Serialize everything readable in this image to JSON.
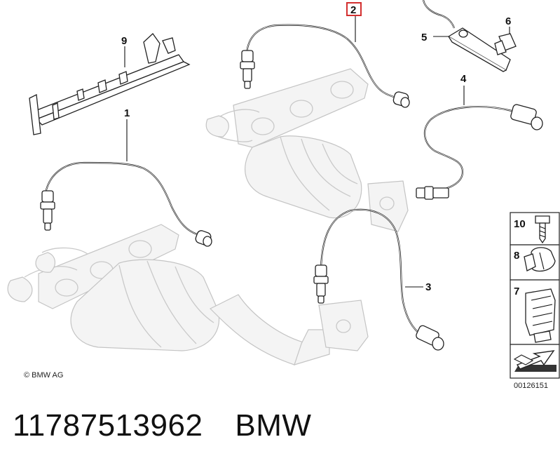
{
  "callouts": {
    "c1": "1",
    "c2": "2",
    "c3": "3",
    "c4": "4",
    "c5": "5",
    "c6": "6",
    "c7": "7",
    "c8": "8",
    "c9": "9",
    "c10": "10"
  },
  "copyright": "© BMW AG",
  "diagram_number": "00126151",
  "caption": {
    "part_number": "11787513962",
    "brand": "BMW"
  },
  "colors": {
    "highlight_box": "#d32f2f",
    "line": "#222222",
    "ghost": "#c9c9c9"
  }
}
